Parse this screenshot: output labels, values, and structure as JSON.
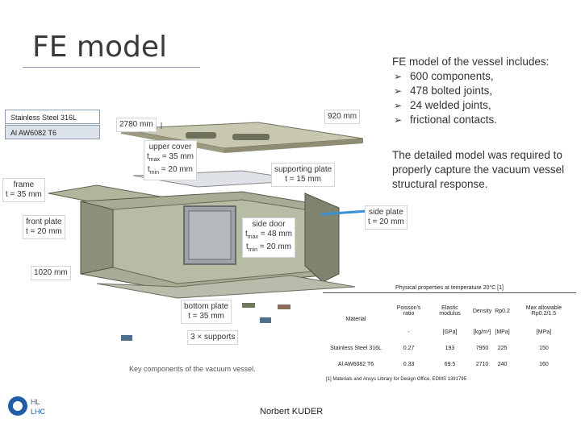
{
  "slide": {
    "title": "FE model",
    "author": "Norbert KUDER",
    "logo_text": [
      "HL",
      "LHC"
    ]
  },
  "materials_legend": [
    {
      "label": "Stainless Steel 316L",
      "color": "#ffffff"
    },
    {
      "label": "Al AW6082 T6",
      "color": "#dde3ea"
    }
  ],
  "right_panel": {
    "intro": "FE model of the vessel includes:",
    "bullets": [
      "600 components,",
      "478 bolted joints,",
      "24 welded joints,",
      "frictional contacts."
    ],
    "statement": "The detailed model was required to properly capture the vacuum vessel structural response."
  },
  "figure": {
    "caption": "Key components of the vacuum vessel.",
    "dims": {
      "length": "2780 mm",
      "height": "920 mm",
      "width": "1020 mm"
    },
    "labels": {
      "upper_cover": {
        "name": "upper cover",
        "tmax": "t",
        "tmax_sub": "max",
        "tmax_val": " = 35 mm",
        "tmin": "t",
        "tmin_sub": "min",
        "tmin_val": " = 20 mm"
      },
      "supporting_plate": {
        "name": "supporting plate",
        "t": "t = 15 mm"
      },
      "frame": {
        "name": "frame",
        "t": "t = 35 mm"
      },
      "front_plate": {
        "name": "front plate",
        "t": "t = 20 mm"
      },
      "side_door": {
        "name": "side door",
        "tmax": "t",
        "tmax_sub": "max",
        "tmax_val": " = 48 mm",
        "tmin": "t",
        "tmin_sub": "min",
        "tmin_val": " = 20 mm"
      },
      "side_plate": {
        "name": "side plate",
        "t": "t = 20 mm"
      },
      "bottom_plate": {
        "name": "bottom plate",
        "t": "t = 35 mm"
      },
      "supports": {
        "name": "3 × supports"
      }
    }
  },
  "properties_table": {
    "caption": "Physical properties at temperature 20°C [1]",
    "headers": [
      "Material",
      "Poisson's ratio",
      "Elastic modulus",
      "Density",
      "Rp0.2",
      "Max allowable Rp0.2/1.5"
    ],
    "units": [
      "-",
      "[GPa]",
      "[kg/m³]",
      "[MPa]",
      "[MPa]"
    ],
    "rows": [
      [
        "Stainless Steel 316L",
        "0.27",
        "193",
        "7950",
        "225",
        "150"
      ],
      [
        "Al AW6082 T6",
        "0.33",
        "69.5",
        "2710",
        "240",
        "160"
      ]
    ],
    "reference": "[1] Materials and Ansys Library for Design Office, EDMS 1391795"
  },
  "colors": {
    "accent": "#3b8fd4",
    "steel_part": "#b8bdae",
    "alu_part": "#c9c8b4"
  }
}
